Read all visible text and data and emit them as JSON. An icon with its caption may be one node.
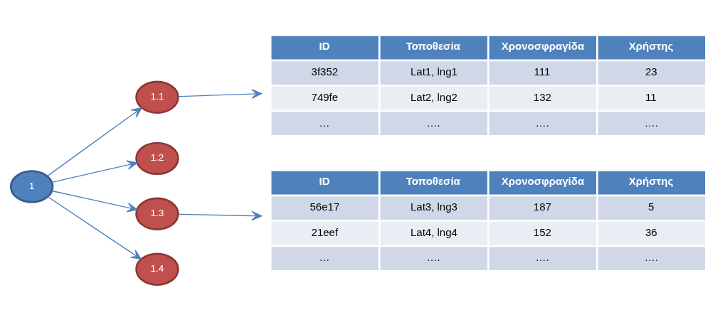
{
  "diagram": {
    "nodes": [
      {
        "text": [
          "1"
        ]
      },
      {
        "text": [
          "1.1"
        ]
      },
      {
        "text": [
          "1.2"
        ]
      },
      {
        "text": [
          "1.3"
        ]
      },
      {
        "text": [
          "1.4"
        ]
      },
      {
        "text": [
          "ID",
          "Τοποθεσία",
          "Χρονοσφραγίδα",
          "Χρήστης",
          "3f352",
          "Lat1, lng1",
          "111",
          "23",
          "749fe",
          "Lat2, lng2",
          "132",
          "11",
          "…",
          "….",
          "….",
          "…."
        ]
      },
      {
        "text": [
          "ID",
          "Τοποθεσία",
          "Χρονοσφραγίδα",
          "Χρήστης",
          "56e17",
          "Lat3, lng3",
          "187",
          "5",
          "21eef",
          "Lat4, lng4",
          "152",
          "36",
          "…",
          "….",
          "….",
          "…."
        ]
      }
    ],
    "edges": [
      {
        "from": 0,
        "to": 1,
        "arrow": "to"
      },
      {
        "from": 0,
        "to": 2,
        "arrow": "to"
      },
      {
        "from": 0,
        "to": 3,
        "arrow": "to"
      },
      {
        "from": 0,
        "to": 4,
        "arrow": "to"
      },
      {
        "from": 1,
        "to": 5,
        "arrow": "to"
      },
      {
        "from": 3,
        "to": 6,
        "arrow": "to"
      }
    ]
  }
}
